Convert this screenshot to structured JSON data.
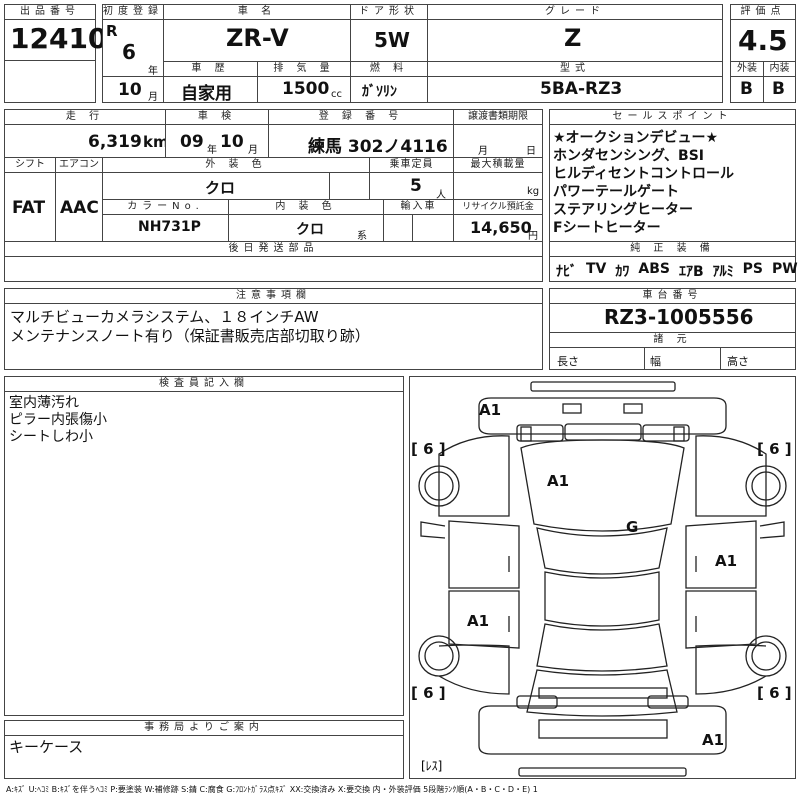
{
  "header": {
    "lot_label": "出品番号",
    "lot_no": "12410",
    "first_reg_label": "初度登録",
    "era": "R",
    "reg_year": "6",
    "year_unit": "年",
    "reg_month": "10",
    "month_unit": "月",
    "car_name_label": "車 名",
    "car_name": "ZR-V",
    "door_label": "ドア形状",
    "door": "5W",
    "grade_label": "グレード",
    "grade": "Z",
    "score_label": "評価点",
    "score": "4.5",
    "history_label": "車 歴",
    "history": "自家用",
    "displacement_label": "排 気 量",
    "displacement": "1500",
    "cc_unit": "cc",
    "fuel_label": "燃 料",
    "fuel": "ｶﾞｿﾘﾝ",
    "model_label": "型式",
    "model": "5BA-RZ3",
    "exterior_label": "外装",
    "exterior": "B",
    "interior_label": "内装",
    "interior": "B"
  },
  "row2": {
    "mileage_label": "走 行",
    "mileage": "6,319",
    "km_unit": "km",
    "inspection_label": "車 検",
    "insp_year": "09",
    "insp_year_unit": "年",
    "insp_month": "10",
    "insp_month_unit": "月",
    "plate_label": "登 録 番 号",
    "plate": "練馬 302ノ4116",
    "transfer_label": "譲渡書類期限",
    "transfer_month": "月",
    "transfer_day": "日"
  },
  "row3": {
    "shift_label": "シフト",
    "shift": "FAT",
    "ac_label": "エアコン",
    "ac": "AAC",
    "ext_color_label": "外 装 色",
    "ext_color": "クロ",
    "capacity_label": "乗車定員",
    "capacity": "5",
    "capacity_unit": "人",
    "max_load_label": "最大積載量",
    "max_load_unit": "kg",
    "color_no_label": "カラーNo.",
    "color_no": "NH731P",
    "int_color_label": "内 装 色",
    "int_color": "クロ",
    "int_color_unit": "系",
    "import_label": "輸入車",
    "recycle_label": "リサイクル預託金",
    "recycle": "14,650",
    "yen_unit": "円"
  },
  "later_parts_label": "後日発送部品",
  "selling_points": {
    "label": "セールスポイント",
    "items": [
      "★オークションデビュー★",
      "ホンダセンシング、BSI",
      "ヒルディセントコントロール",
      "パワーテールゲート",
      "ステアリングヒーター",
      "Fシートヒーター"
    ]
  },
  "equipment": {
    "label": "純 正 装 備",
    "items": [
      "ﾅﾋﾞ",
      "TV",
      "ｶﾜ",
      "ABS",
      "ｴｱB",
      "ｱﾙﾐ",
      "PS",
      "PW"
    ]
  },
  "notes": {
    "label": "注意事項欄",
    "lines": [
      "マルチビューカメラシステム、１８インチAW",
      "メンテナンスノート有り（保証書販売店部切取り跡）"
    ]
  },
  "chassis": {
    "label": "車台番号",
    "value": "RZ3-1005556",
    "dims_label": "諸 元",
    "length": "長さ",
    "width": "幅",
    "height": "高さ"
  },
  "inspector": {
    "label": "検査員記入欄",
    "lines": [
      "室内薄汚れ",
      "ピラー内張傷小",
      "シートしわ小"
    ]
  },
  "office": {
    "label": "事務局よりご案内",
    "text": "キーケース"
  },
  "diagram": {
    "marks": [
      "A1",
      "A1",
      "G",
      "A1",
      "A1",
      "A1"
    ],
    "tires": [
      "[ 6 ]",
      "[ 6 ]",
      "[ 6 ]",
      "[ 6 ]"
    ],
    "spare": "[ﾚｽ]"
  },
  "legend": "A:ｷｽﾞ U:ﾍｺﾐ B:ｷｽﾞを伴うﾍｺﾐ P:要塗装 W:補修跡 S:錆 C:腐食 G:ﾌﾛﾝﾄｶﾞﾗｽ点ｷｽﾞ XX:交換済み X:要交換 内・外装評価 5段階ﾗﾝｸ順(A・B・C・D・E) 1"
}
